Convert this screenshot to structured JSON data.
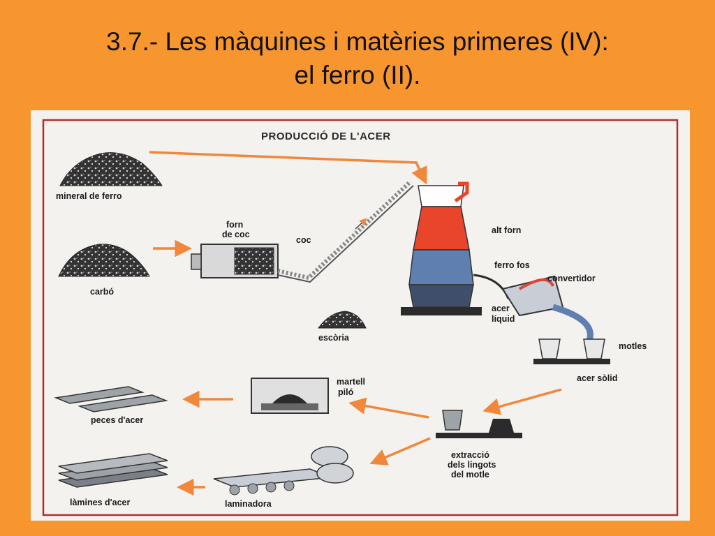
{
  "slide": {
    "title_line1": "3.7.- Les màquines i matèries primeres (IV):",
    "title_line2": "el ferro (II)."
  },
  "diagram": {
    "title": "PRODUCCIÓ DE L'ACER",
    "labels": {
      "mineral_ferro": "mineral de ferro",
      "carbo": "carbó",
      "forn_coc_1": "forn",
      "forn_coc_2": "de coc",
      "coc": "coc",
      "alt_forn": "alt forn",
      "ferro_fos": "ferro fos",
      "convertidor": "convertidor",
      "acer_liquid_1": "acer",
      "acer_liquid_2": "líquid",
      "motles": "motles",
      "escoria": "escòria",
      "acer_solid": "acer sòlid",
      "martell_1": "martell",
      "martell_2": "piló",
      "peces": "peces d'acer",
      "extraccio_1": "extracció",
      "extraccio_2": "dels lingots",
      "extraccio_3": "del motle",
      "laminadora": "laminadora",
      "lamines": "làmines d'acer"
    }
  },
  "colors": {
    "background": "#f7962f",
    "arrow": "#f0873a",
    "furnace_red": "#e8452a",
    "furnace_blue": "#5f7fb0",
    "molten": "#d9453a",
    "steel_gray": "#9ea3a8",
    "dark": "#2b2b2b"
  },
  "icons": [
    "ore-pile-icon",
    "coal-pile-icon",
    "coke-oven-icon",
    "conveyor-icon",
    "blast-furnace-icon",
    "converter-icon",
    "mold-icon",
    "slag-pile-icon",
    "hammer-press-icon",
    "steel-beam-icon",
    "rolling-mill-icon",
    "steel-sheet-icon"
  ]
}
